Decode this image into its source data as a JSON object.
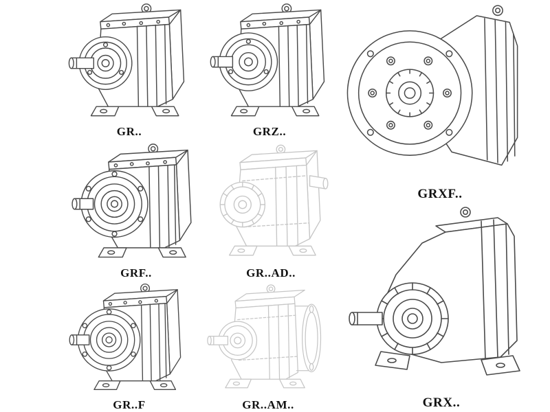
{
  "colors": {
    "background_color": "#ffffff",
    "line_color": "#4a4a4a",
    "phantom_color": "#c6c6c6",
    "label_color": "#111111"
  },
  "figures": [
    {
      "id": "gr",
      "label": "GR..",
      "style": "solid-line-drawing"
    },
    {
      "id": "grz",
      "label": "GRZ..",
      "style": "solid-line-drawing"
    },
    {
      "id": "grxf",
      "label": "GRXF..",
      "style": "solid-line-drawing"
    },
    {
      "id": "grf",
      "label": "GRF..",
      "style": "solid-line-drawing"
    },
    {
      "id": "grad",
      "label": "GR..AD..",
      "style": "phantom-line-drawing"
    },
    {
      "id": "grff",
      "label": "GR..F",
      "style": "solid-line-drawing"
    },
    {
      "id": "gram",
      "label": "GR..AM..",
      "style": "phantom-line-drawing"
    },
    {
      "id": "grx",
      "label": "GRX..",
      "style": "solid-line-drawing"
    }
  ]
}
